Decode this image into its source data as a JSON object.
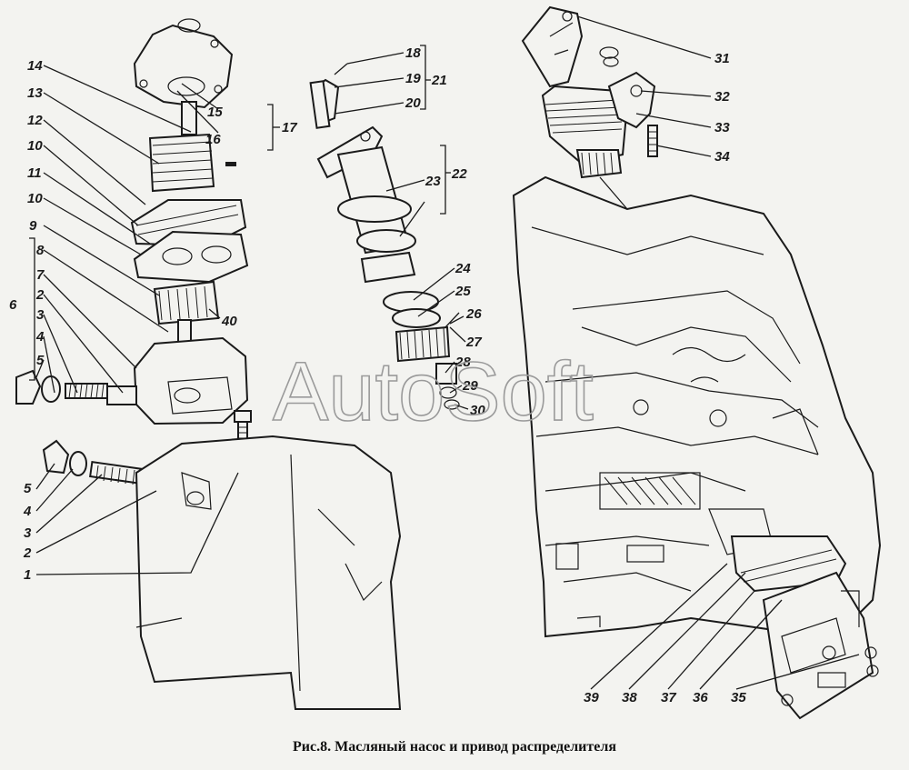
{
  "caption": "Рис.8. Масляный насос и привод распределителя",
  "watermark": "AutoSoft",
  "labels": {
    "n1": "1",
    "n2a": "2",
    "n2b": "2",
    "n3a": "3",
    "n3b": "3",
    "n4a": "4",
    "n4b": "4",
    "n5a": "5",
    "n5b": "5",
    "n6": "6",
    "n7": "7",
    "n8": "8",
    "n9": "9",
    "n10a": "10",
    "n10b": "10",
    "n11": "11",
    "n12": "12",
    "n13": "13",
    "n14": "14",
    "n15": "15",
    "n16": "16",
    "n17": "17",
    "n18": "18",
    "n19": "19",
    "n20": "20",
    "n21": "21",
    "n22": "22",
    "n23": "23",
    "n24": "24",
    "n25": "25",
    "n26": "26",
    "n27": "27",
    "n28": "28",
    "n29": "29",
    "n30": "30",
    "n31": "31",
    "n32": "32",
    "n33": "33",
    "n34": "34",
    "n35": "35",
    "n36": "36",
    "n37": "37",
    "n38": "38",
    "n39": "39",
    "n40": "40"
  }
}
